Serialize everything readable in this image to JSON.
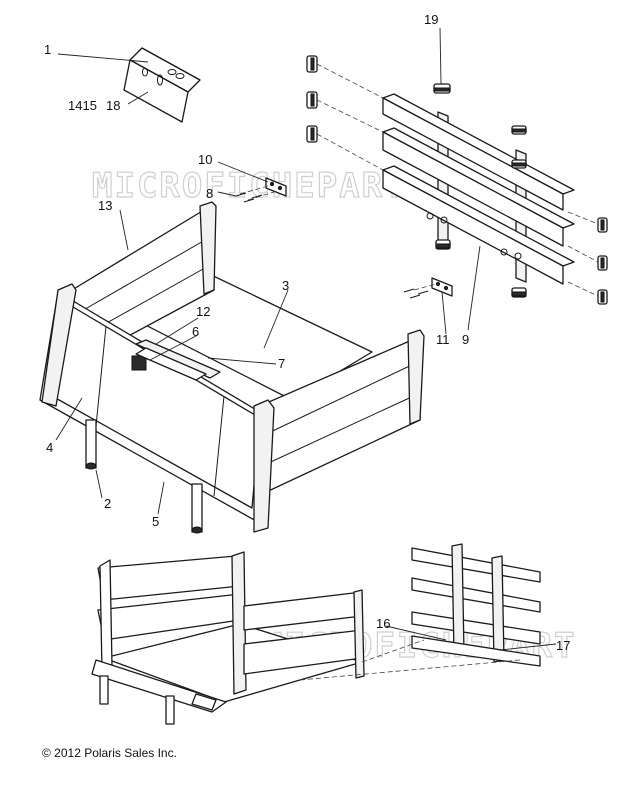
{
  "watermark": "MICROFICHEPART",
  "copyright": "© 2012 Polaris Sales Inc.",
  "callouts": {
    "c1": "1",
    "c1415": "1415",
    "c18": "18",
    "c19": "19",
    "c10": "10",
    "c8": "8",
    "c13": "13",
    "c3": "3",
    "c12": "12",
    "c6": "6",
    "c7": "7",
    "c4": "4",
    "c2": "2",
    "c5": "5",
    "c11": "11",
    "c9": "9",
    "c16": "16",
    "c17": "17"
  }
}
